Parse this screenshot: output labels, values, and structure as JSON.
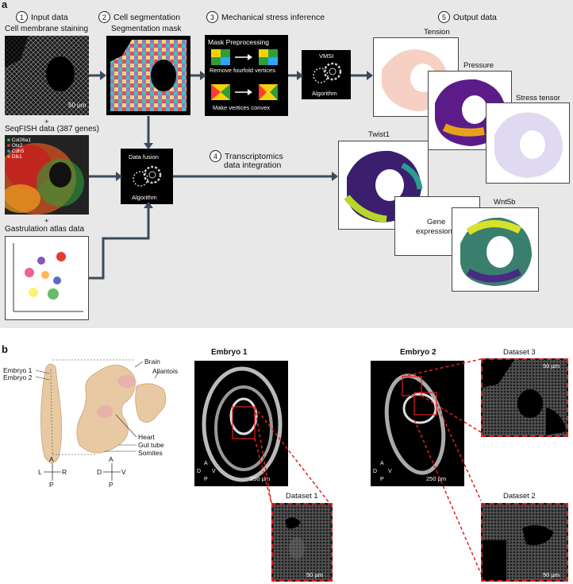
{
  "panel_a": {
    "label": "a",
    "step1": {
      "num": "1",
      "title": "Input data",
      "membrane": "Cell membrane staining",
      "scale": "50 µm",
      "plus1": "+",
      "seqfish": "SeqFISH data (387 genes)",
      "legend": [
        "Col26a1",
        "Otx2",
        "Cdh5",
        "Dlk1"
      ],
      "legend_colors": [
        "#2ecc40",
        "#ff3b30",
        "#2aa7ff",
        "#ff9f1a"
      ],
      "plus2": "+",
      "atlas": "Gastrulation atlas data"
    },
    "step2": {
      "num": "2",
      "title": "Cell segmentation",
      "mask": "Segmentation mask"
    },
    "step3": {
      "num": "3",
      "title": "Mechanical stress inference",
      "preproc": "Mask Preprocessing",
      "remove": "Remove fourfold vertices",
      "convex": "Make vertices convex",
      "vmsi": "VMSI",
      "algorithm": "Algorithm"
    },
    "step4": {
      "num": "4",
      "title": "Transcriptomics",
      "title2": "data integration",
      "fusion": "Data fusion",
      "algorithm": "Algorithm"
    },
    "step5": {
      "num": "5",
      "title": "Output data",
      "tension": "Tension",
      "pressure": "Pressure",
      "stress": "Stress tensor",
      "twist": "Twist1",
      "dots": "• • • •",
      "gene": "Gene",
      "gene2": "expression",
      "wnt": "Wnt5b"
    }
  },
  "panel_b": {
    "label": "b",
    "embryo1_tag": "Embryo 1",
    "embryo2_tag": "Embryo 2",
    "anat": [
      "Brain",
      "Allantois",
      "Heart",
      "Gut tube",
      "Somites"
    ],
    "axes1": {
      "a": "A",
      "l": "L",
      "r": "R",
      "p": "P"
    },
    "axes2": {
      "a": "A",
      "d": "D",
      "v": "V",
      "p": "P"
    },
    "embryo1_title": "Embryo 1",
    "embryo2_title": "Embryo 2",
    "scale_250": "250 µm",
    "scale_50": "50 µm",
    "dataset1": "Dataset 1",
    "dataset2": "Dataset 2",
    "dataset3": "Dataset 3"
  }
}
